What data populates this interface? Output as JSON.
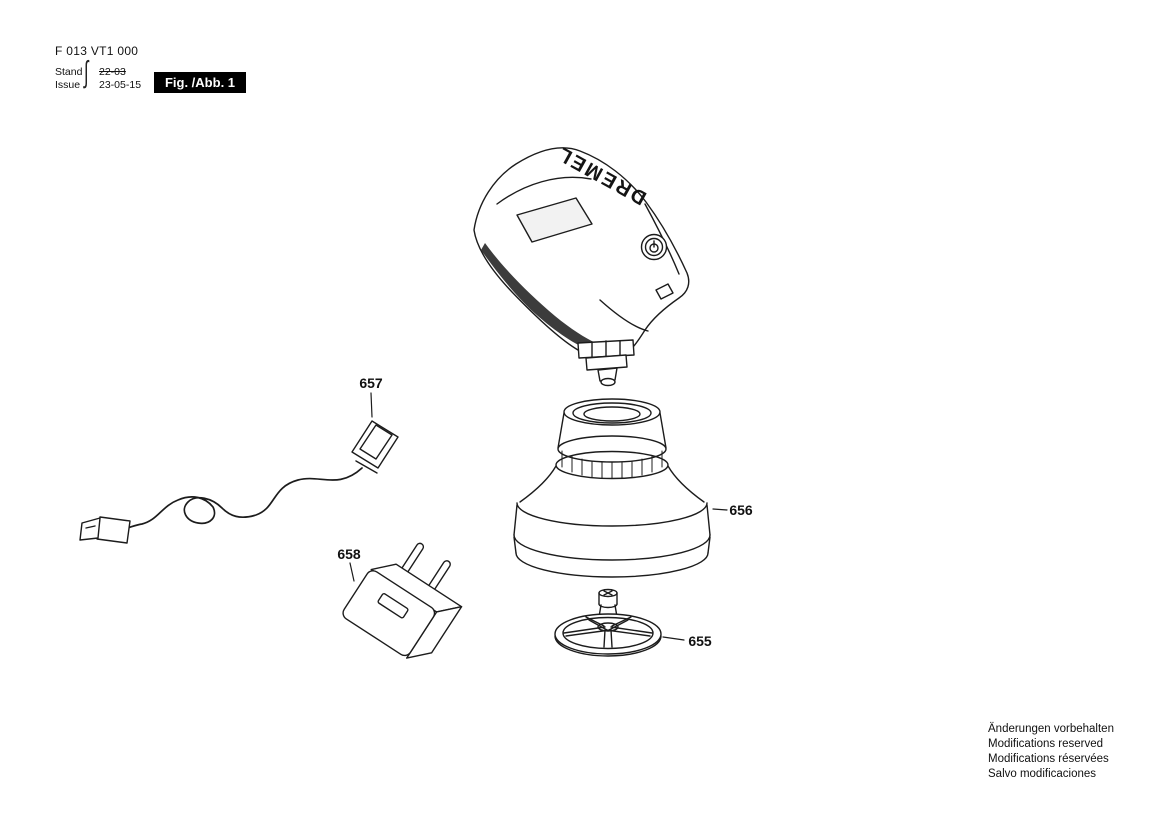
{
  "header": {
    "document_number": "F 013 VT1 000",
    "stand_label": "Stand",
    "stand_value": "22-03",
    "issue_label": "Issue",
    "issue_value": "23-05-15",
    "figure_label": "Fig. /Abb. 1"
  },
  "device": {
    "brand": "DREMEL"
  },
  "parts": [
    {
      "id": "657",
      "name": "charging-cable"
    },
    {
      "id": "658",
      "name": "power-adapter"
    },
    {
      "id": "656",
      "name": "base-housing"
    },
    {
      "id": "655",
      "name": "impeller-base"
    }
  ],
  "footer": {
    "lines": [
      "Änderungen vorbehalten",
      "Modifications reserved",
      "Modifications réservées",
      "Salvo modificaciones"
    ]
  }
}
